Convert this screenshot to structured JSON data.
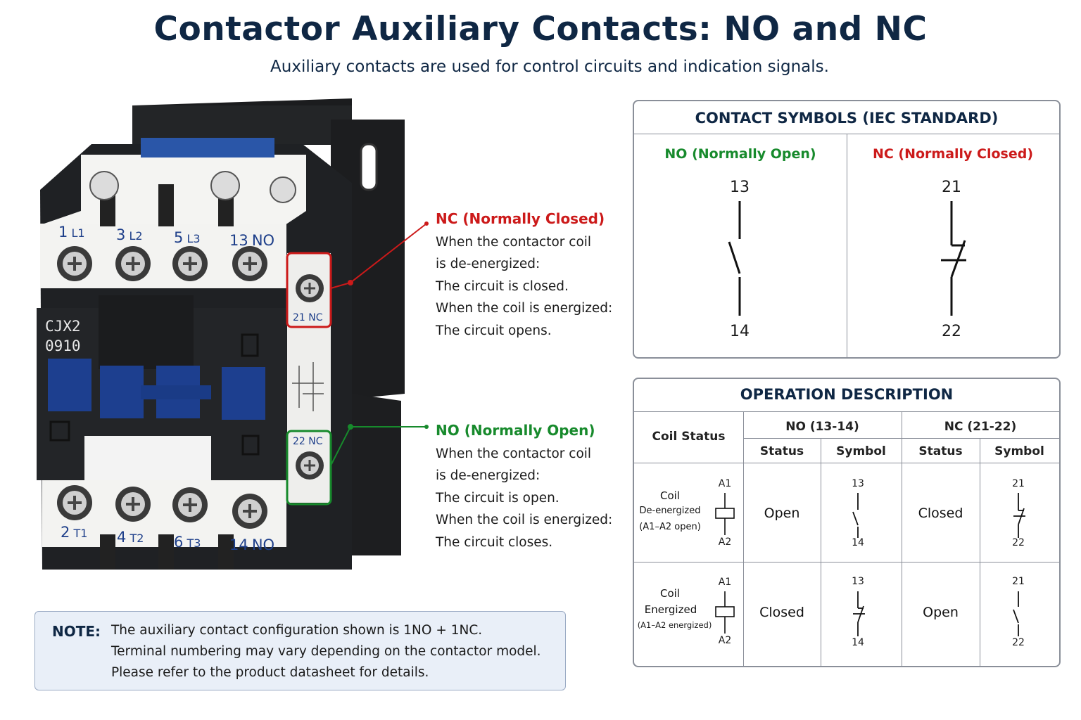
{
  "title": "Contactor Auxiliary Contacts: NO and NC",
  "subtitle": "Auxiliary contacts are used for control circuits and indication signals.",
  "device": {
    "model_line1": "CJX2",
    "model_line2": "0910",
    "top_terminals": [
      {
        "num": "1",
        "label": "L1"
      },
      {
        "num": "3",
        "label": "L2"
      },
      {
        "num": "5",
        "label": "L3"
      },
      {
        "num": "13",
        "label": "NO"
      }
    ],
    "bottom_terminals": [
      {
        "num": "2",
        "label": "T1"
      },
      {
        "num": "4",
        "label": "T2"
      },
      {
        "num": "6",
        "label": "T3"
      },
      {
        "num": "14",
        "label": "NO"
      }
    ],
    "aux_upper_label": "21 NC",
    "aux_lower_label": "22 NC"
  },
  "callouts": {
    "nc": {
      "heading": "NC (Normally Closed)",
      "lines": [
        "When the contactor coil",
        "is de-energized:",
        "The circuit is closed.",
        "When the coil is energized:",
        "The circuit opens."
      ]
    },
    "no": {
      "heading": "NO (Normally Open)",
      "lines": [
        "When the contactor coil",
        "is de-energized:",
        "The circuit is open.",
        "When the coil is energized:",
        "The circuit closes."
      ]
    }
  },
  "symbols_panel": {
    "title": "CONTACT  SYMBOLS (IEC STANDARD)",
    "no_heading": "NO (Normally Open)",
    "nc_heading": "NC (Normally Closed)",
    "no_top": "13",
    "no_bottom": "14",
    "nc_top": "21",
    "nc_bottom": "22"
  },
  "operation": {
    "title": "OPERATION DESCRIPTION",
    "coil_status_header": "Coil Status",
    "no_group": "NO (13-14)",
    "nc_group": "NC (21-22)",
    "status_header": "Status",
    "symbol_header": "Symbol",
    "rows": [
      {
        "coil_line1": "Coil",
        "coil_line2": "De-energized",
        "coil_line3": "(A1–A2 open)",
        "a1": "A1",
        "a2": "A2",
        "no_status": "Open",
        "no_top": "13",
        "no_bottom": "14",
        "nc_status": "Closed",
        "nc_top": "21",
        "nc_bottom": "22"
      },
      {
        "coil_line1": "Coil",
        "coil_line2": "Energized",
        "coil_line3": "(A1–A2 energized)",
        "a1": "A1",
        "a2": "A2",
        "no_status": "Closed",
        "no_top": "13",
        "no_bottom": "14",
        "nc_status": "Open",
        "nc_top": "21",
        "nc_bottom": "22"
      }
    ]
  },
  "note": {
    "label": "NOTE:",
    "lines": [
      "The auxiliary contact configuration shown is 1NO + 1NC.",
      "Terminal numbering may vary depending on the contactor model.",
      "Please refer to the product datasheet for details."
    ]
  },
  "colors": {
    "title": "#0f2744",
    "nc": "#cc1a1a",
    "no": "#178a2c",
    "terminal_text": "#1e3f8a",
    "housing": "#1f2124",
    "blue_part": "#1d3f8f"
  }
}
